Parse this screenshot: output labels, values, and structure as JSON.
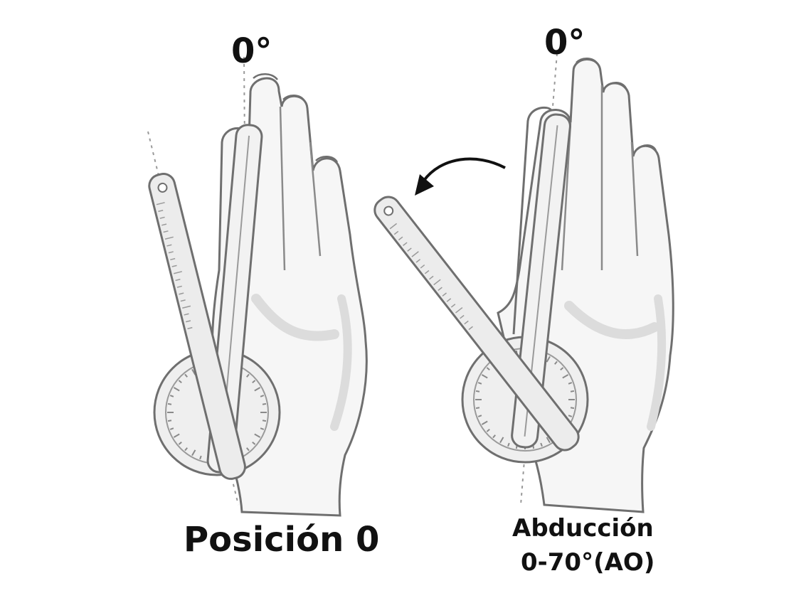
{
  "figure": {
    "left_panel": {
      "angle_label": "0°",
      "caption": "Posición 0"
    },
    "right_panel": {
      "angle_label": "0°",
      "caption_line1": "Abducción",
      "caption_line2": "0-70°(AO)"
    },
    "colors": {
      "outline": "#6f6f6f",
      "skin_fill": "#f6f6f6",
      "shadow": "#dcdcdc",
      "goniometer": "#e8e8e8",
      "arrow": "#111111",
      "text": "#111111"
    }
  }
}
